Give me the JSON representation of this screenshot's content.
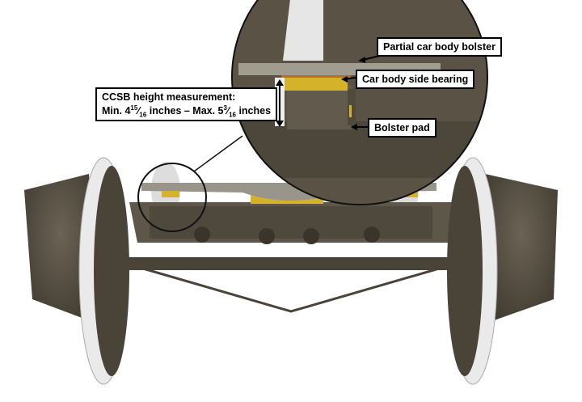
{
  "labels": {
    "bolster": "Partial car body bolster",
    "side_bearing": "Car body side bearing",
    "bolster_pad": "Bolster pad",
    "ccsb_title": "CCSB height measurement:",
    "ccsb_min_prefix": "Min. 4",
    "ccsb_min_num": "15",
    "ccsb_min_den": "16",
    "ccsb_mid": " inches – Max. 5",
    "ccsb_max_num": "3",
    "ccsb_max_den": "16",
    "ccsb_suffix": " inches"
  },
  "colors": {
    "frame": "#5a5245",
    "wheel_rim": "#e8e8e8",
    "bearing": "#d4b22a",
    "bolster": "#9a958a"
  }
}
